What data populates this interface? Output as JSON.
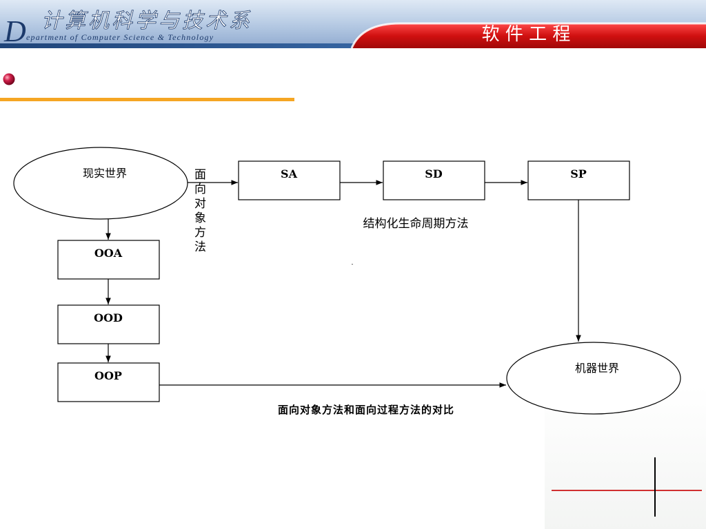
{
  "header": {
    "dept_title_cn": "计算机科学与技术系",
    "dept_title_en": "epartment of Computer Science & Technology",
    "logo_letter": "D",
    "course_title": "软 件 工 程"
  },
  "diagram": {
    "real_world": "现实世界",
    "machine_world": "机器世界",
    "structured": {
      "steps": [
        "SA",
        "SD",
        "SP"
      ],
      "label": "结构化生命周期方法"
    },
    "object_oriented": {
      "steps": [
        "OOA",
        "OOD",
        "OOP"
      ],
      "label_vertical": "面向对象方法"
    },
    "caption": "面向对象方法和面向过程方法的对比",
    "stray_mark": "-"
  },
  "colors": {
    "banner_dark": "#2a4f86",
    "banner_light": "#d6e3f2",
    "banner_red": "#d01010",
    "accent_orange": "#f5a623",
    "bullet_red": "#c0103a",
    "deco_red": "#d03030"
  }
}
